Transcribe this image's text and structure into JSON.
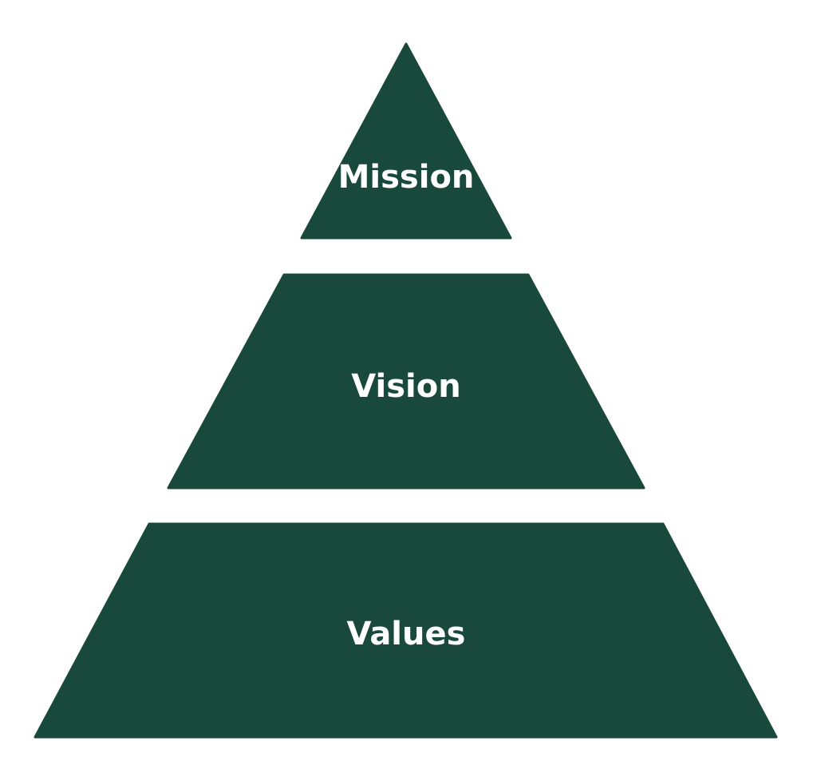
{
  "pyramid": {
    "fill_color": "#19493a",
    "background_color": "#ffffff",
    "tiers": [
      {
        "label": "Mission"
      },
      {
        "label": "Vision"
      },
      {
        "label": "Values"
      }
    ]
  }
}
